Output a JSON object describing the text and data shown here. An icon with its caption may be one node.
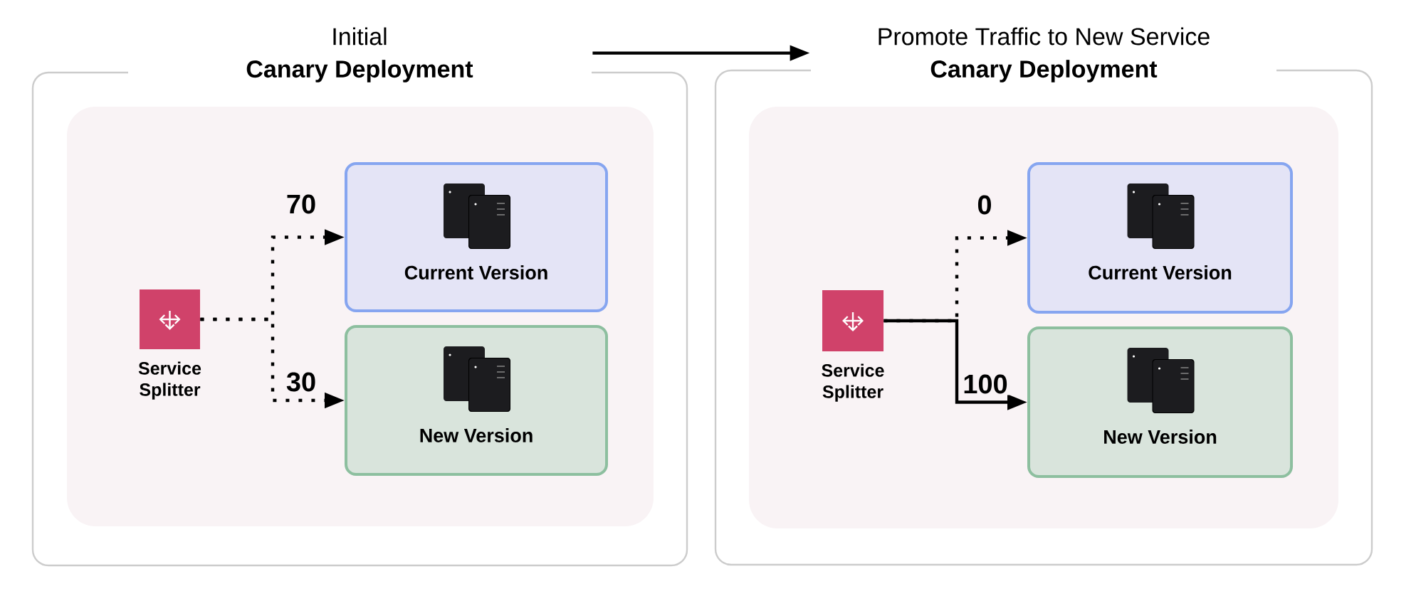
{
  "diagram": {
    "nodes": [
      {
        "text": [
          "Initial",
          "Canary Deployment"
        ]
      },
      {
        "text": [],
        "shape": "box",
        "in": 0
      },
      {
        "text": [
          "Service Splitter"
        ],
        "in": 1
      },
      {
        "text": [
          "Current Version"
        ],
        "in": 1
      },
      {
        "text": [
          "New Version"
        ],
        "in": 1
      },
      {
        "text": [
          "Promote Traffic to New Service",
          "Canary Deployment"
        ]
      },
      {
        "text": [],
        "shape": "box",
        "in": 5
      },
      {
        "text": [
          "Service Splitter"
        ],
        "in": 6
      },
      {
        "text": [
          "Current Version"
        ],
        "in": 6
      },
      {
        "text": [
          "New Version"
        ],
        "in": 6
      }
    ],
    "edges": [
      {
        "from": 0,
        "to": 5,
        "arrow": "to"
      },
      {
        "from": 2,
        "to": 3,
        "arrow": "to",
        "label": "70",
        "style": "dashed"
      },
      {
        "from": 2,
        "to": 4,
        "arrow": "to",
        "label": "30",
        "style": "dashed"
      },
      {
        "from": 7,
        "to": 8,
        "arrow": "to",
        "label": "0",
        "style": "dashed"
      },
      {
        "from": 7,
        "to": 9,
        "arrow": "to",
        "label": "100"
      }
    ]
  }
}
